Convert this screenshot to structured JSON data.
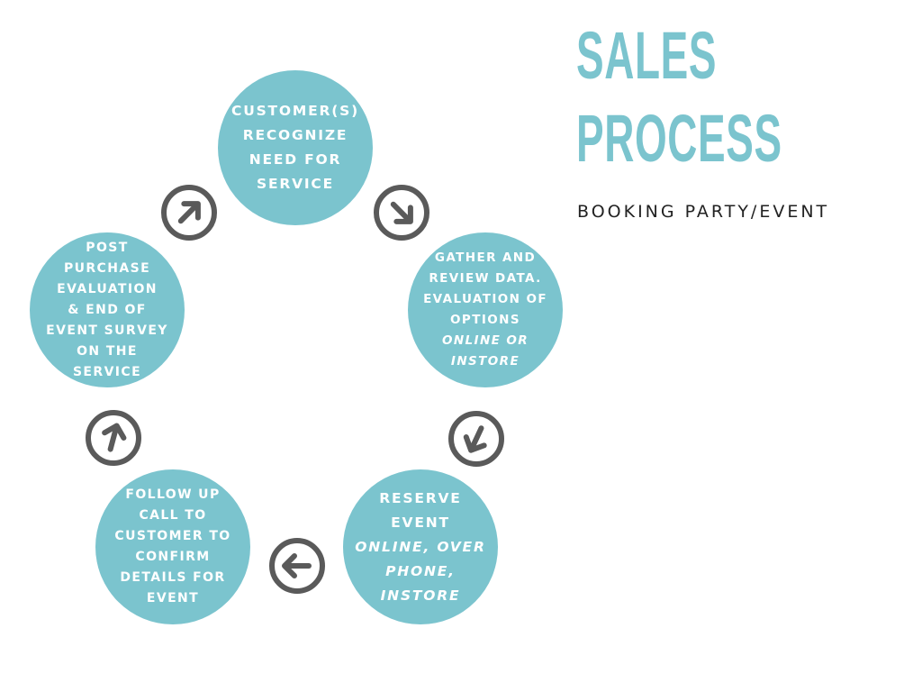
{
  "title": {
    "line1": "SALES",
    "line2": "PROCESS",
    "subtitle": "BOOKING PARTY/EVENT"
  },
  "colors": {
    "circle": "#7bc4ce",
    "arrow": "#5a5a5a",
    "title": "#7bc4ce",
    "subtitle": "#222222"
  },
  "steps": [
    {
      "lines": [
        "CUSTOMER(S)",
        "RECOGNIZE",
        "NEED FOR",
        "SERVICE"
      ],
      "italic_lines": []
    },
    {
      "lines": [
        "GATHER AND",
        "REVIEW  DATA.",
        "EVALUATION OF",
        "OPTIONS"
      ],
      "italic_lines": [
        "ONLINE OR",
        "INSTORE"
      ]
    },
    {
      "lines": [
        "RESERVE",
        "EVENT"
      ],
      "italic_lines": [
        "ONLINE, OVER",
        "PHONE,",
        "INSTORE"
      ]
    },
    {
      "lines": [
        "FOLLOW UP",
        "CALL TO",
        "CUSTOMER TO",
        "CONFIRM",
        "DETAILS FOR",
        "EVENT"
      ],
      "italic_lines": []
    },
    {
      "lines": [
        "POST",
        "PURCHASE",
        "EVALUATION",
        "& END OF",
        "EVENT SURVEY",
        "ON THE",
        "SERVICE"
      ],
      "italic_lines": []
    }
  ],
  "arrows": [
    {
      "from": 1,
      "to": 2,
      "icon": "arrow-down-right-icon"
    },
    {
      "from": 2,
      "to": 3,
      "icon": "arrow-down-left-icon"
    },
    {
      "from": 3,
      "to": 4,
      "icon": "arrow-left-icon"
    },
    {
      "from": 4,
      "to": 5,
      "icon": "arrow-up-icon"
    },
    {
      "from": 5,
      "to": 1,
      "icon": "arrow-up-right-icon"
    }
  ]
}
